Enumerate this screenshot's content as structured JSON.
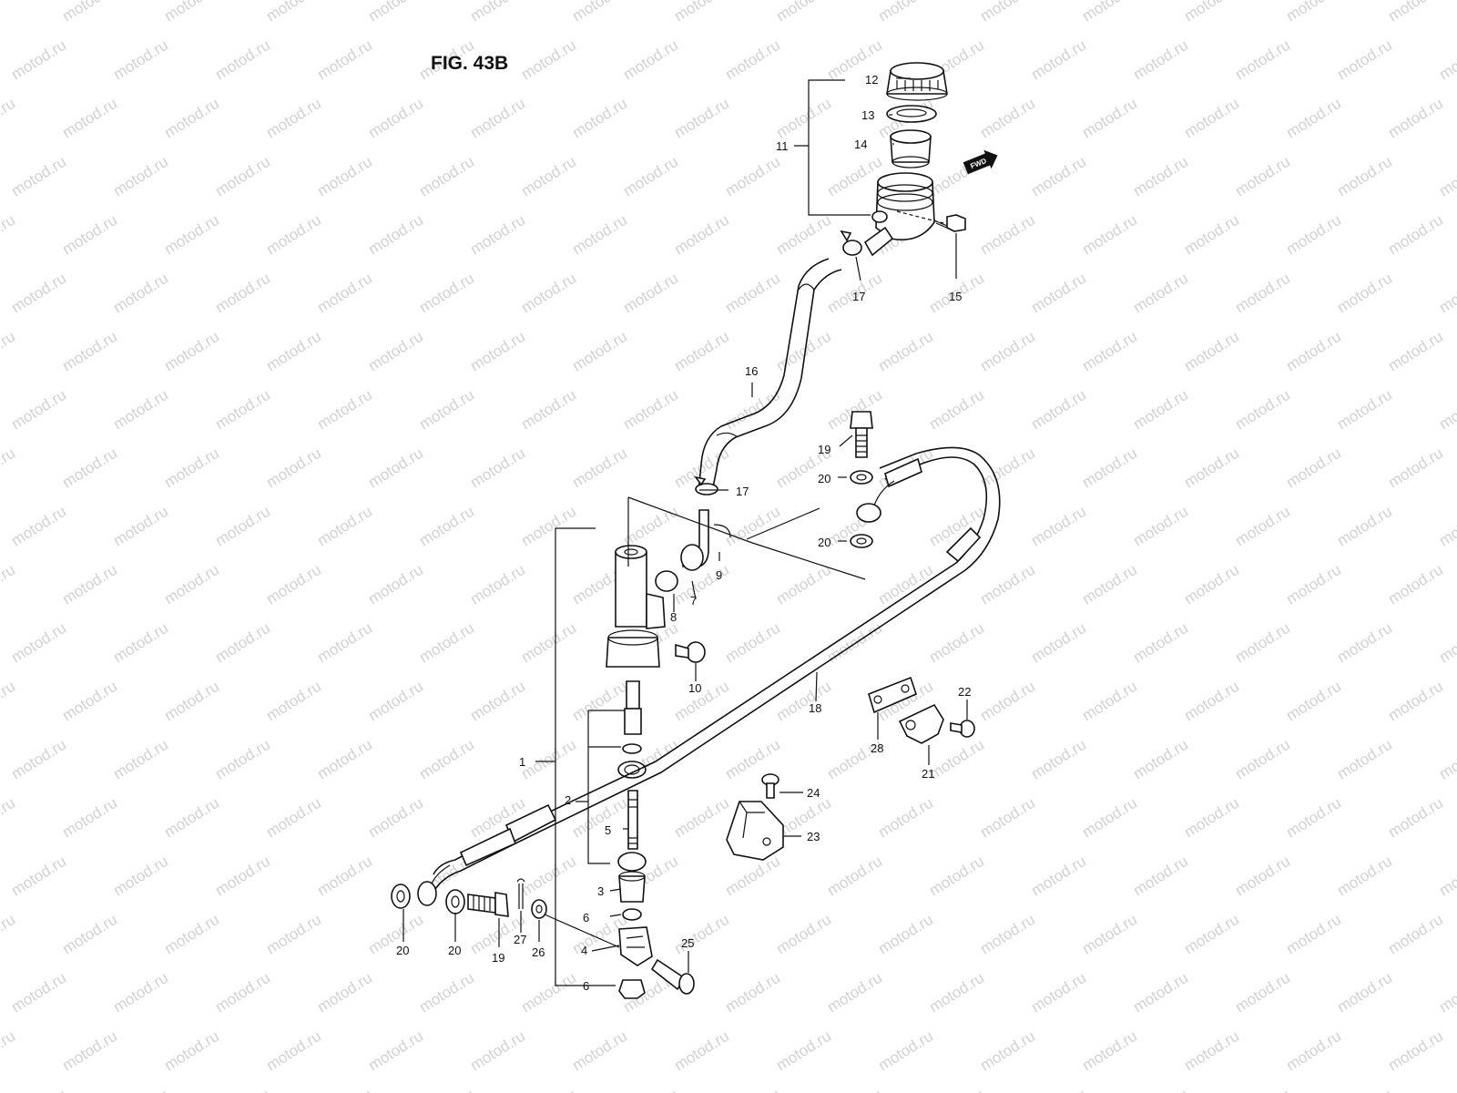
{
  "figure": {
    "title": "FIG. 43B"
  },
  "watermark": {
    "text": "motod.ru"
  },
  "fwd_badge": {
    "text": "FWD"
  },
  "callouts": [
    "12",
    "13",
    "14",
    "11",
    "15",
    "17",
    "16",
    "19",
    "20",
    "20",
    "17",
    "9",
    "8",
    "7",
    "10",
    "18",
    "22",
    "28",
    "21",
    "1",
    "24",
    "2",
    "5",
    "23",
    "3",
    "6",
    "4",
    "25",
    "6",
    "20",
    "20",
    "19",
    "27",
    "26"
  ]
}
